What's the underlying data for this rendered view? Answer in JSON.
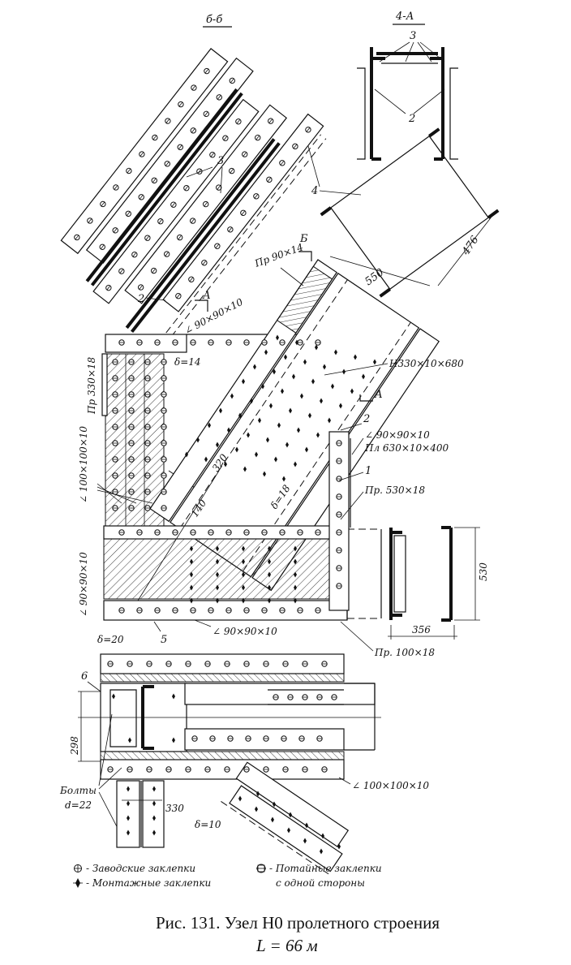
{
  "labels": {
    "section_bb": "б-б",
    "section_aa": "4-А",
    "n3_top": "3",
    "n3_aa": "3",
    "n2_aa": "2",
    "n4": "4",
    "n2_bb": "2",
    "dim_476": "476",
    "dim_550": "550",
    "pr_90x14": "Пр 90×14",
    "cut_b": "Б",
    "cut_a_left": "А",
    "cut_a_right": "А",
    "angle_90_top": "∠ 90×90×10",
    "pr_330x18": "Пр 330×18",
    "delta_14": "δ=14",
    "n330": "Н330×10×680",
    "n2_main": "2",
    "angle_90_right": "∠ 90×90×10",
    "pl_630": "Пл 630×10×400",
    "n1": "1",
    "pr_530x18": "Пр. 530×18",
    "angle_100_left": "∠ 100×100×10",
    "dim_320": "320",
    "dim_140": "140",
    "delta_18": "δ=18",
    "angle_90_left": "∠ 90×90×10",
    "delta_20": "δ=20",
    "n5": "5",
    "angle_90_bottom": "∠ 90×90×10",
    "dim_530": "530",
    "dim_356": "356",
    "pr_100x18": "Пр. 100×18",
    "n6": "6",
    "dim_298": "298",
    "bolts": "Болты",
    "bolts_d": "d=22",
    "dim_330": "330",
    "angle_100_bottom": "∠ 100×100×10",
    "delta_10": "δ=10"
  },
  "legend": {
    "shop_rivets": "- Заводские заклепки",
    "field_rivets": "- Монтажные заклепки",
    "countersunk_1": "- Потайные заклепки",
    "countersunk_2": "с одной стороны"
  },
  "caption": {
    "line1": "Рис. 131. Узел Н0 пролетного строения",
    "line2": "L = 66 м"
  }
}
